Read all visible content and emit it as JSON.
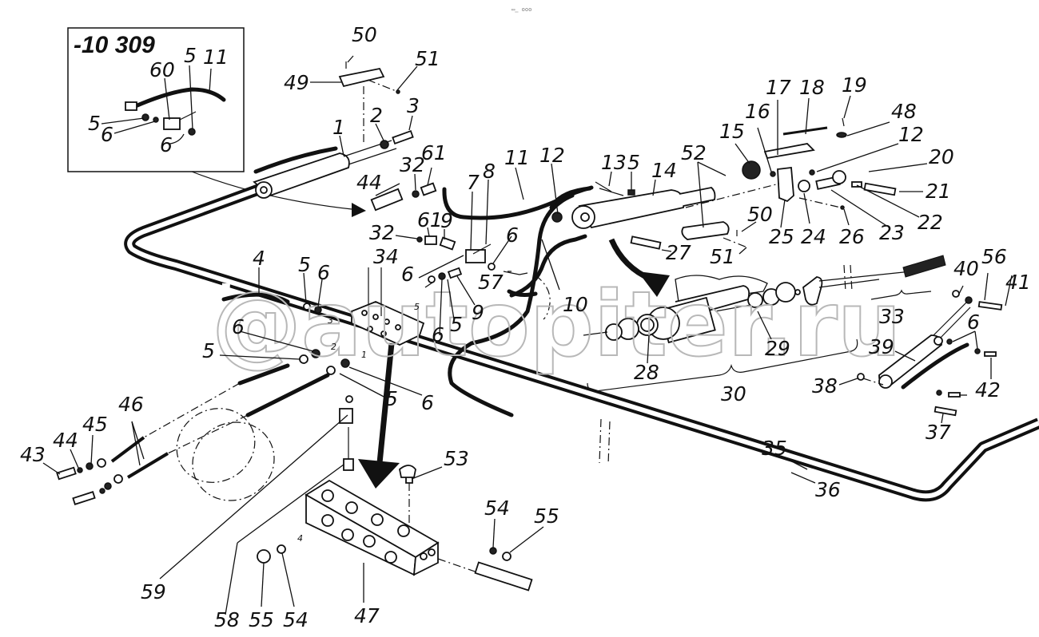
{
  "header_mark": "▭̳ ooo",
  "watermark": "@autopiter.ru",
  "inset": {
    "title": "-10 309",
    "labels": [
      "60",
      "5",
      "11",
      "5",
      "6",
      "6"
    ]
  },
  "labels": {
    "l1": "1",
    "l2": "2",
    "l3": "3",
    "l4": "4",
    "l5a": "5",
    "l5b": "5",
    "l5c": "5",
    "l5d": "5",
    "l5e": "5",
    "l5f": "5",
    "l6a": "6",
    "l6b": "6",
    "l6c": "6",
    "l6d": "6",
    "l6e": "6",
    "l6f": "6",
    "l6g": "6",
    "l7": "7",
    "l8": "8",
    "l9a": "9",
    "l9b": "9",
    "l10": "10",
    "l11": "11",
    "l12a": "12",
    "l12b": "12",
    "l13": "13",
    "l14": "14",
    "l15": "15",
    "l16": "16",
    "l17": "17",
    "l18": "18",
    "l19": "19",
    "l20": "20",
    "l21": "21",
    "l22": "22",
    "l23": "23",
    "l24": "24",
    "l25": "25",
    "l26": "26",
    "l27": "27",
    "l28": "28",
    "l29": "29",
    "l30": "30",
    "l32a": "32",
    "l32b": "32",
    "l33": "33",
    "l34": "34",
    "l35": "35",
    "l36": "36",
    "l37": "37",
    "l38": "38",
    "l39": "39",
    "l40": "40",
    "l41": "41",
    "l42": "42",
    "l43": "43",
    "l44a": "44",
    "l44b": "44",
    "l45": "45",
    "l46": "46",
    "l47": "47",
    "l48": "48",
    "l49": "49",
    "l50a": "50",
    "l50b": "50",
    "l51a": "51",
    "l51b": "51",
    "l52": "52",
    "l53": "53",
    "l54a": "54",
    "l54b": "54",
    "l55a": "55",
    "l55b": "55",
    "l56": "56",
    "l57": "57",
    "l58": "58",
    "l59": "59",
    "l61a": "61",
    "l61b": "61"
  },
  "port_labels": {
    "p1": "1",
    "p2": "2",
    "p3": "3",
    "p4": "4"
  }
}
